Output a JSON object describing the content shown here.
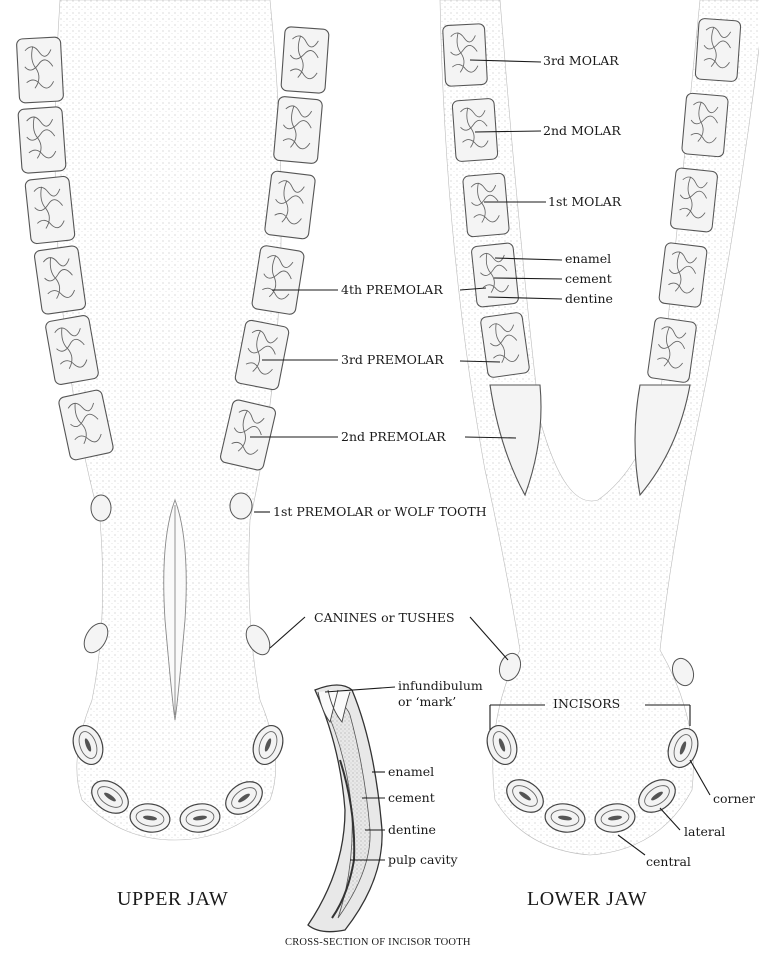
{
  "diagram": {
    "upper_jaw_caption": "UPPER JAW",
    "lower_jaw_caption": "LOWER JAW",
    "cross_section_caption": "CROSS-SECTION OF INCISOR TOOTH",
    "labels": {
      "molar_3": "3rd MOLAR",
      "molar_2": "2nd MOLAR",
      "molar_1": "1st MOLAR",
      "enamel": "enamel",
      "cement": "cement",
      "dentine": "dentine",
      "premolar_4": "4th PREMOLAR",
      "premolar_3": "3rd PREMOLAR",
      "premolar_2": "2nd PREMOLAR",
      "premolar_1": "1st PREMOLAR or WOLF TOOTH",
      "canines": "CANINES or TUSHES",
      "incisors": "INCISORS",
      "infundibulum": "infundibulum",
      "mark": "or ‘mark’",
      "xs_enamel": "enamel",
      "xs_cement": "cement",
      "xs_dentine": "dentine",
      "xs_pulp": "pulp cavity",
      "corner": "corner",
      "lateral": "lateral",
      "central": "central"
    }
  }
}
